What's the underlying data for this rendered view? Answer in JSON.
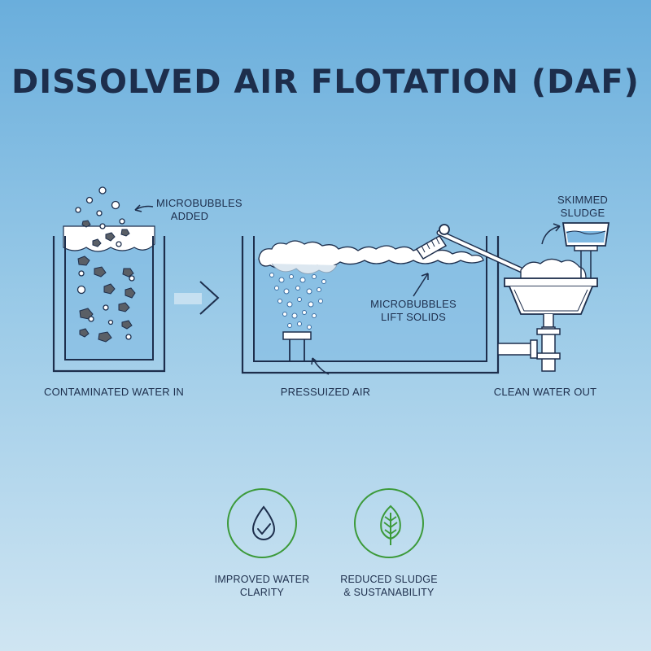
{
  "title": "DISSOLVED AIR FLOTATION (DAF)",
  "labels": {
    "microbubbles_added": "MICROBUBBLES ADDED",
    "skimmed_sludge": "SKIMMED SLUDGE",
    "microbubbles_lift": "MICROBUBBLES LIFT SOLIDS",
    "contaminated_in": "CONTAMINATED WATER IN",
    "pressurized_air": "PRESSUIZED AIR",
    "clean_out": "CLEAN WATER OUT"
  },
  "benefits": [
    {
      "label": "IMPROVED WATER CLARITY",
      "icon": "water-drop-check-icon"
    },
    {
      "label": "REDUCED SLUDGE & SUSTANABILITY",
      "icon": "leaf-icon"
    }
  ],
  "colors": {
    "outline": "#1d2e4c",
    "water": "#7fb9e2",
    "bubble": "#ffffff",
    "solids": "#5a5f66",
    "accent": "#3c9a3a"
  }
}
